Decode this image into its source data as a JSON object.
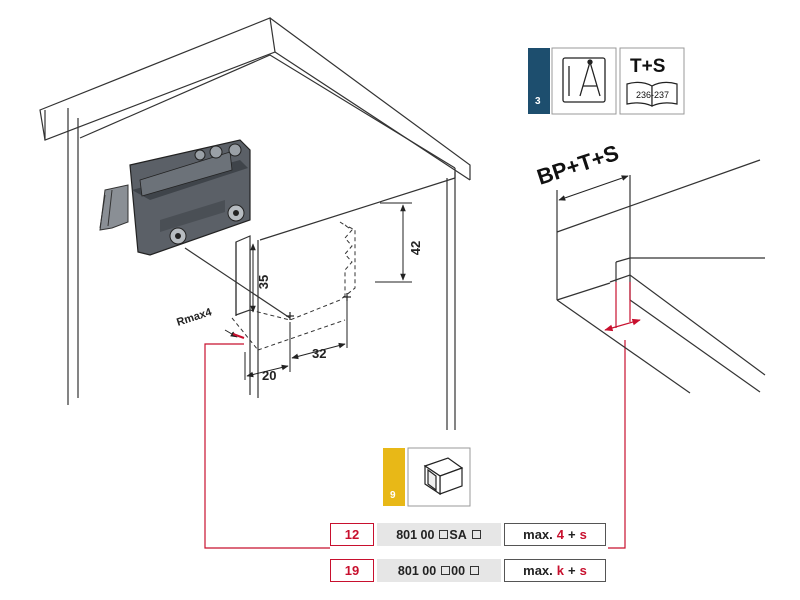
{
  "dimensions": {
    "d42": "42",
    "d35": "35",
    "d32": "32",
    "d20": "20",
    "rmax": "Rmax4"
  },
  "formula": "BP+T+S",
  "ref_badge": {
    "number": "3",
    "color": "#1d4e6e",
    "tool_icon": "drafting-compass-icon",
    "book_title": "T+S",
    "book_pages": "236-237"
  },
  "part_badge": {
    "number": "9",
    "color": "#e8b817",
    "icon": "bracket-part-icon"
  },
  "accent_color": "#c8102e",
  "table": {
    "rows": [
      {
        "qty": "12",
        "code_a": "801 00",
        "code_b": "SA",
        "max_label": "max.",
        "max_a": "4",
        "plus": "+",
        "max_b": "s"
      },
      {
        "qty": "19",
        "code_a": "801 00",
        "code_b": "00",
        "max_label": "max.",
        "max_a": "k",
        "plus": "+",
        "max_b": "s"
      }
    ]
  }
}
